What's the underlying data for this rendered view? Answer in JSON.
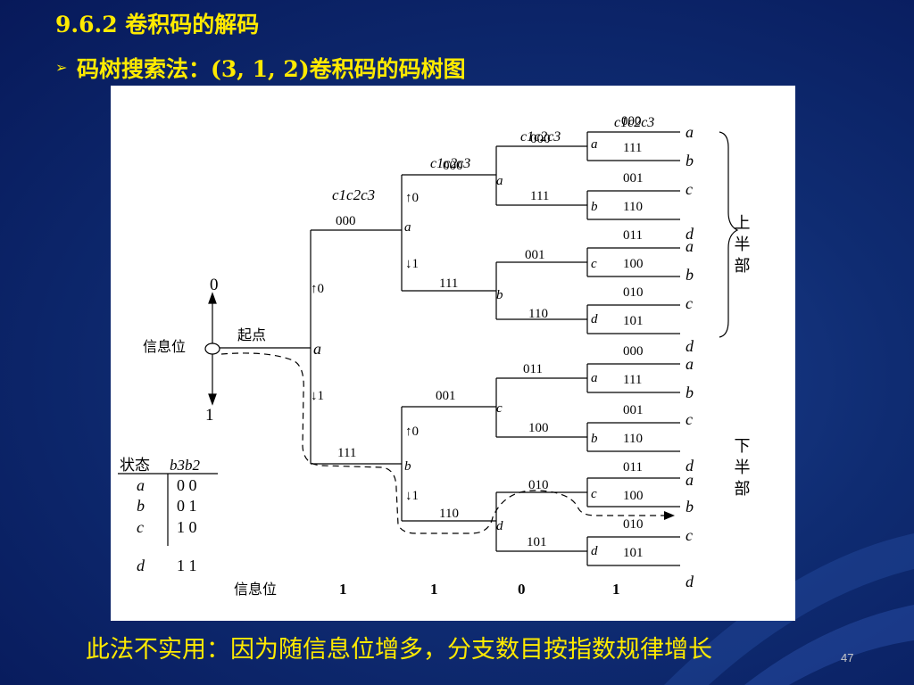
{
  "slide": {
    "title": "9.6.2 卷积码的解码",
    "bullet_text": "码树搜索法：(3, 1, 2)卷积码的码树图",
    "bullet_icon": "arrow-bullet-icon",
    "footer": "此法不实用：因为随信息位增多，分支数目按指数规律增长",
    "page_number": "47",
    "accent_color": "#ffea00"
  },
  "tree": {
    "c_header": "c1c2c3",
    "root": {
      "label": "信息位",
      "start_label": "起点",
      "up_bit": "0",
      "down_bit": "1"
    },
    "arrow_up": "↑0",
    "arrow_down": "↓1",
    "state_a": "a",
    "state_b": "b",
    "state_c": "c",
    "state_d": "d",
    "level1": {
      "up_code": "000",
      "down_code": "111"
    },
    "level2": {
      "codes": [
        "000",
        "111",
        "001",
        "110"
      ]
    },
    "level3": {
      "codes": [
        "000",
        "111",
        "001",
        "110",
        "011",
        "100",
        "010",
        "101"
      ]
    },
    "leaf_codes": [
      "000",
      "111",
      "001",
      "110",
      "011",
      "100",
      "010",
      "101",
      "000",
      "111",
      "001",
      "110",
      "011",
      "100",
      "010",
      "101"
    ],
    "leaf_states": [
      "a",
      "b",
      "c",
      "d",
      "a",
      "b",
      "c",
      "d",
      "a",
      "b",
      "c",
      "d",
      "a",
      "b",
      "c",
      "d"
    ],
    "upper_half": "上半部",
    "lower_half": "下半部",
    "info_bits_label": "信息位",
    "info_bits": [
      "1",
      "1",
      "0",
      "1"
    ]
  },
  "state_table": {
    "header_state": "状态",
    "header_bits": "b3b2",
    "rows": [
      {
        "state": "a",
        "bits": "0 0"
      },
      {
        "state": "b",
        "bits": "0 1"
      },
      {
        "state": "c",
        "bits": "1 0"
      },
      {
        "state": "d",
        "bits": "1 1"
      }
    ]
  }
}
